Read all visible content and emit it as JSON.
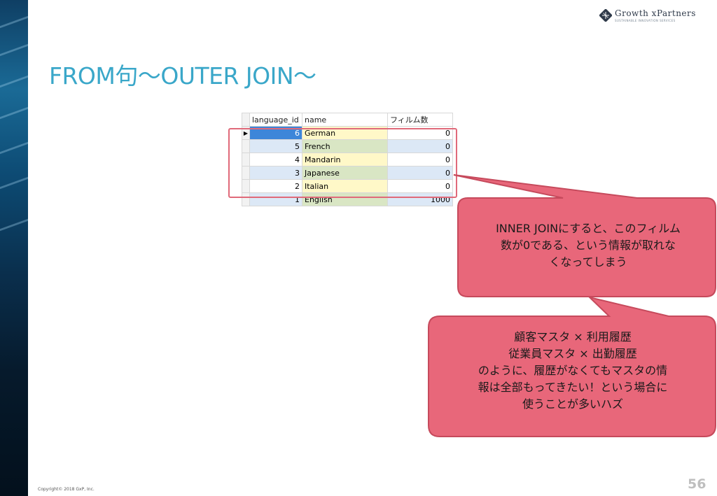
{
  "logo": {
    "name": "Growth xPartners",
    "tagline": "SUSTAINABLE INNOVATION SERVICES",
    "icon": "growth-xpartners-logo-icon"
  },
  "title": "FROM句～OUTER JOIN～",
  "result_grid": {
    "columns": [
      "language_id",
      "name",
      "フィルム数"
    ],
    "rows": [
      {
        "language_id": "6",
        "name": "German",
        "film_count": "0",
        "current_row_indicator": "▶"
      },
      {
        "language_id": "5",
        "name": "French",
        "film_count": "0",
        "current_row_indicator": ""
      },
      {
        "language_id": "4",
        "name": "Mandarin",
        "film_count": "0",
        "current_row_indicator": ""
      },
      {
        "language_id": "3",
        "name": "Japanese",
        "film_count": "0",
        "current_row_indicator": ""
      },
      {
        "language_id": "2",
        "name": "Italian",
        "film_count": "0",
        "current_row_indicator": ""
      },
      {
        "language_id": "1",
        "name": "English",
        "film_count": "1000",
        "current_row_indicator": ""
      }
    ]
  },
  "callout1": {
    "lines": [
      "INNER JOINにすると、このフィルム",
      "数が0である、という情報が取れな",
      "くなってしまう"
    ]
  },
  "callout2": {
    "lines": [
      "顧客マスタ × 利用履歴",
      "従業員マスタ × 出勤履歴",
      "のように、履歴がなくてもマスタの情",
      "報は全部もってきたい！という場合に",
      "使うことが多いハズ"
    ]
  },
  "colors": {
    "title": "#3aa7c9",
    "callout_fill": "#e8677a",
    "callout_border": "#c64a5c",
    "highlight_border": "#e06a7a"
  },
  "copyright": "Copyright© 2018 GxP, Inc.",
  "page_number": "56"
}
